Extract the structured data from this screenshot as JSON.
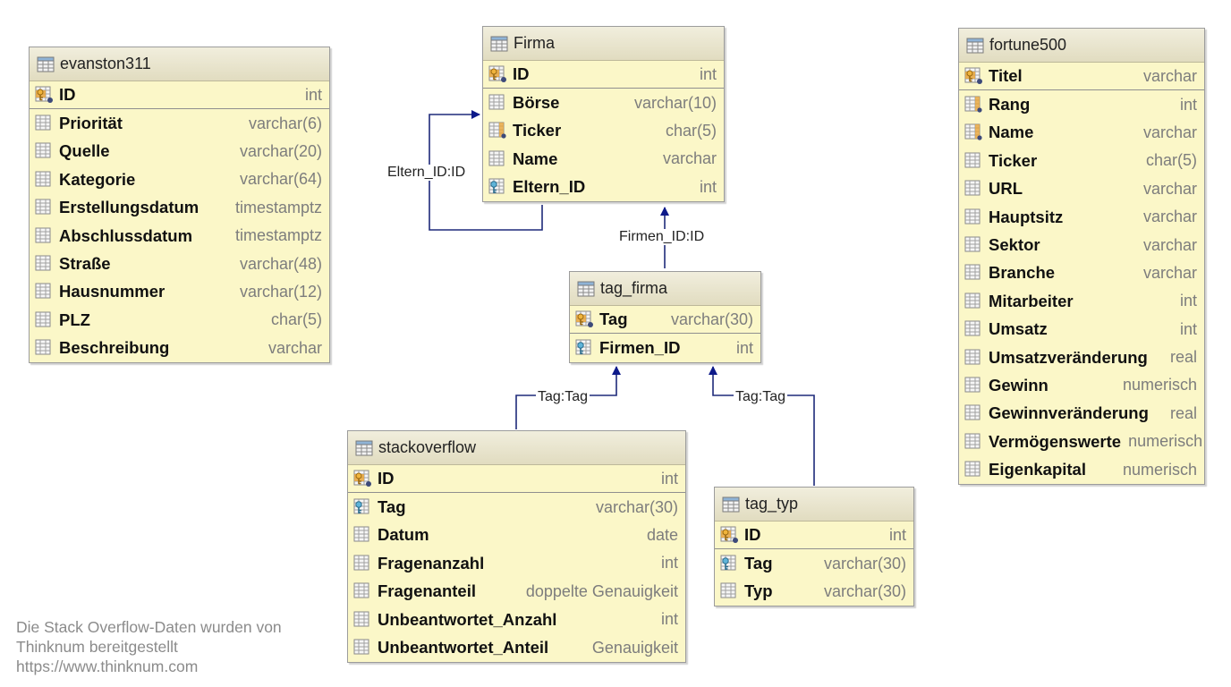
{
  "tables": {
    "evanston311": {
      "name": "evanston311",
      "columns": [
        {
          "name": "ID",
          "type": "int",
          "icon": "primary-key-icon"
        },
        {
          "name": "Priorität",
          "type": "varchar(6)",
          "icon": "column-icon"
        },
        {
          "name": "Quelle",
          "type": "varchar(20)",
          "icon": "column-icon"
        },
        {
          "name": "Kategorie",
          "type": "varchar(64)",
          "icon": "column-icon"
        },
        {
          "name": "Erstellungsdatum",
          "type": "timestamptz",
          "icon": "column-icon"
        },
        {
          "name": "Abschlussdatum",
          "type": "timestamptz",
          "icon": "column-icon"
        },
        {
          "name": "Straße",
          "type": "varchar(48)",
          "icon": "column-icon"
        },
        {
          "name": "Hausnummer",
          "type": "varchar(12)",
          "icon": "column-icon"
        },
        {
          "name": "PLZ",
          "type": "char(5)",
          "icon": "column-icon"
        },
        {
          "name": "Beschreibung",
          "type": "varchar",
          "icon": "column-icon"
        }
      ]
    },
    "firma": {
      "name": "Firma",
      "columns": [
        {
          "name": "ID",
          "type": "int",
          "icon": "primary-key-icon"
        },
        {
          "name": "Börse",
          "type": "varchar(10)",
          "icon": "column-icon"
        },
        {
          "name": "Ticker",
          "type": "char(5)",
          "icon": "unique-column-icon"
        },
        {
          "name": "Name",
          "type": "varchar",
          "icon": "column-icon"
        },
        {
          "name": "Eltern_ID",
          "type": "int",
          "icon": "foreign-key-icon"
        }
      ]
    },
    "fortune500": {
      "name": "fortune500",
      "columns": [
        {
          "name": "Titel",
          "type": "varchar",
          "icon": "primary-key-icon"
        },
        {
          "name": "Rang",
          "type": "int",
          "icon": "unique-column-icon"
        },
        {
          "name": "Name",
          "type": "varchar",
          "icon": "unique-column-icon"
        },
        {
          "name": "Ticker",
          "type": "char(5)",
          "icon": "column-icon"
        },
        {
          "name": "URL",
          "type": "varchar",
          "icon": "column-icon"
        },
        {
          "name": "Hauptsitz",
          "type": "varchar",
          "icon": "column-icon"
        },
        {
          "name": "Sektor",
          "type": "varchar",
          "icon": "column-icon"
        },
        {
          "name": "Branche",
          "type": "varchar",
          "icon": "column-icon"
        },
        {
          "name": "Mitarbeiter",
          "type": "int",
          "icon": "column-icon"
        },
        {
          "name": "Umsatz",
          "type": "int",
          "icon": "column-icon"
        },
        {
          "name": "Umsatzveränderung",
          "type": "real",
          "icon": "column-icon"
        },
        {
          "name": "Gewinn",
          "type": "numerisch",
          "icon": "column-icon"
        },
        {
          "name": "Gewinnveränderung",
          "type": "real",
          "icon": "column-icon"
        },
        {
          "name": "Vermögenswerte",
          "type": "numerisch",
          "icon": "column-icon"
        },
        {
          "name": "Eigenkapital",
          "type": "numerisch",
          "icon": "column-icon"
        }
      ]
    },
    "tag_firma": {
      "name": "tag_firma",
      "columns": [
        {
          "name": "Tag",
          "type": "varchar(30)",
          "icon": "primary-key-icon"
        },
        {
          "name": "Firmen_ID",
          "type": "int",
          "icon": "foreign-key-icon"
        }
      ]
    },
    "stackoverflow": {
      "name": "stackoverflow",
      "columns": [
        {
          "name": "ID",
          "type": "int",
          "icon": "primary-key-icon"
        },
        {
          "name": "Tag",
          "type": "varchar(30)",
          "icon": "foreign-key-icon"
        },
        {
          "name": "Datum",
          "type": "date",
          "icon": "column-icon"
        },
        {
          "name": "Fragenanzahl",
          "type": "int",
          "icon": "column-icon"
        },
        {
          "name": "Fragenanteil",
          "type": "doppelte Genauigkeit",
          "icon": "column-icon"
        },
        {
          "name": "Unbeantwortet_Anzahl",
          "type": "int",
          "icon": "column-icon"
        },
        {
          "name": "Unbeantwortet_Anteil",
          "type": "Genauigkeit",
          "icon": "column-icon"
        }
      ]
    },
    "tag_typ": {
      "name": "tag_typ",
      "columns": [
        {
          "name": "ID",
          "type": "int",
          "icon": "primary-key-icon"
        },
        {
          "name": "Tag",
          "type": "varchar(30)",
          "icon": "foreign-key-icon"
        },
        {
          "name": "Typ",
          "type": "varchar(30)",
          "icon": "column-icon"
        }
      ]
    }
  },
  "relations": {
    "firma_self": "Eltern_ID:ID",
    "tag_firma_firma": "Firmen_ID:ID",
    "stackoverflow_tag_firma": "Tag:Tag",
    "tag_typ_tag_firma": "Tag:Tag"
  },
  "footnote": {
    "line1": "Die Stack Overflow-Daten wurden von",
    "line2": "Thinknum bereitgestellt",
    "line3": "https://www.thinknum.com"
  },
  "colors": {
    "table_background": "#fbf7c8",
    "header_background": "#e6e2c8",
    "connector": "#1e2a7a",
    "arrow": "#0d1a8a",
    "type_text": "#7d7d7d",
    "footnote_text": "#8b8b8b"
  }
}
